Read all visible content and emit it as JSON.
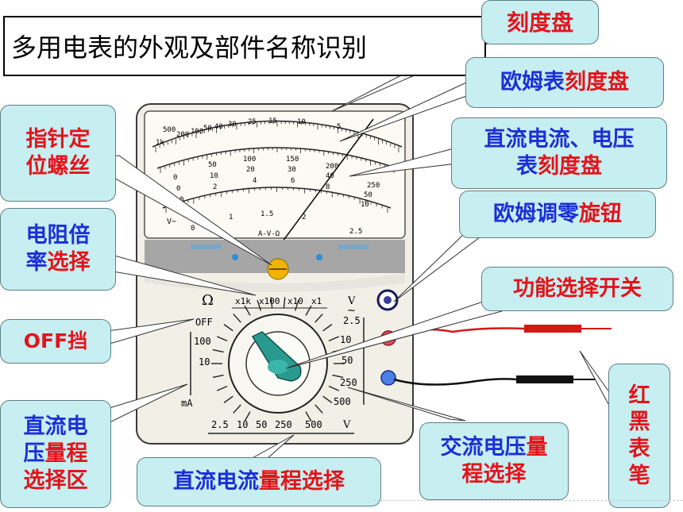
{
  "title": "多用电表的外观及部件名称识别",
  "callouts": {
    "dial": "刻度盘",
    "ohm_scale_a": "欧姆表",
    "ohm_scale_b": "刻度盘",
    "dc_scale_line1": "直流电流、电压",
    "dc_scale_a": "表",
    "dc_scale_b": "刻度盘",
    "pointer_screw_1": "指针定",
    "pointer_screw_2": "位螺丝",
    "ohm_zero_a": "欧姆调零",
    "ohm_zero_b": "旋钮",
    "resist_mult_1": "电阻倍",
    "resist_mult_2a": "率",
    "resist_mult_2b": "选择",
    "func_switch": "功能选择开关",
    "off": "OFF挡",
    "dc_volt_1": "直流电",
    "dc_volt_2a": "压",
    "dc_volt_2b": "量程",
    "dc_volt_3": "选择区",
    "dc_curr_a": "直流电流",
    "dc_curr_b": "量程选择",
    "ac_volt_1a": "交流电压",
    "ac_volt_1b": "量",
    "ac_volt_2": "程选择",
    "probes": [
      "红",
      "黑",
      "表",
      "笔"
    ]
  },
  "meter": {
    "ohm_ticks": [
      "1k",
      "500",
      "200",
      "100",
      "50",
      "40",
      "30",
      "25",
      "15",
      "10",
      "5"
    ],
    "dc_ticks": [
      "0",
      "50",
      "100",
      "150",
      "200",
      "250"
    ],
    "dc_ticks_2": [
      "0",
      "10",
      "20",
      "30",
      "40",
      "50"
    ],
    "dc_ticks_3": [
      "0",
      "2",
      "4",
      "6",
      "8",
      "10"
    ],
    "ac_ticks": [
      "0",
      "1",
      "1.5",
      "2",
      "2.5"
    ],
    "face_label": "A-V-Ω",
    "ac_symbol": "V~",
    "ohm_symbol": "Ω",
    "range_mult": [
      "x1k",
      "x100",
      "x10",
      "x1"
    ],
    "volt_unit": "V",
    "off_label": "OFF",
    "left_ticks": [
      "100",
      "10"
    ],
    "right_ticks": [
      "2.5",
      "10",
      "50",
      "250",
      "500"
    ],
    "bottom_ticks": [
      "2.5",
      "10",
      "50",
      "250",
      "500"
    ],
    "ma_label": "mA",
    "v_label": "V"
  },
  "colors": {
    "callout_bg": "#c7eef0",
    "red_text": "#e3141b",
    "blue_text": "#1b2fd6",
    "knob": "#2a9a8f",
    "screw": "#f0b400"
  }
}
